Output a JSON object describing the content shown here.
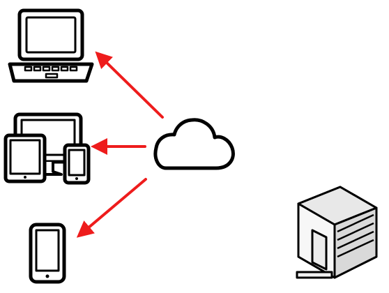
{
  "diagram": {
    "nodes": [
      {
        "id": "laptop",
        "icon": "laptop-icon"
      },
      {
        "id": "multi-device",
        "icon": "multi-device-icon"
      },
      {
        "id": "smartphone",
        "icon": "smartphone-icon"
      },
      {
        "id": "cloud",
        "icon": "cloud-icon"
      },
      {
        "id": "din-rail-controller",
        "icon": "din-rail-module-icon"
      }
    ],
    "edges": [
      {
        "from": "cloud",
        "to": "laptop"
      },
      {
        "from": "cloud",
        "to": "multi-device"
      },
      {
        "from": "cloud",
        "to": "smartphone"
      }
    ]
  },
  "colors": {
    "arrow": "#ee1c1c",
    "outline": "#000000",
    "background": "#ffffff",
    "module_fill": "#f2f2f2",
    "module_shade": "#d9d9d9"
  }
}
